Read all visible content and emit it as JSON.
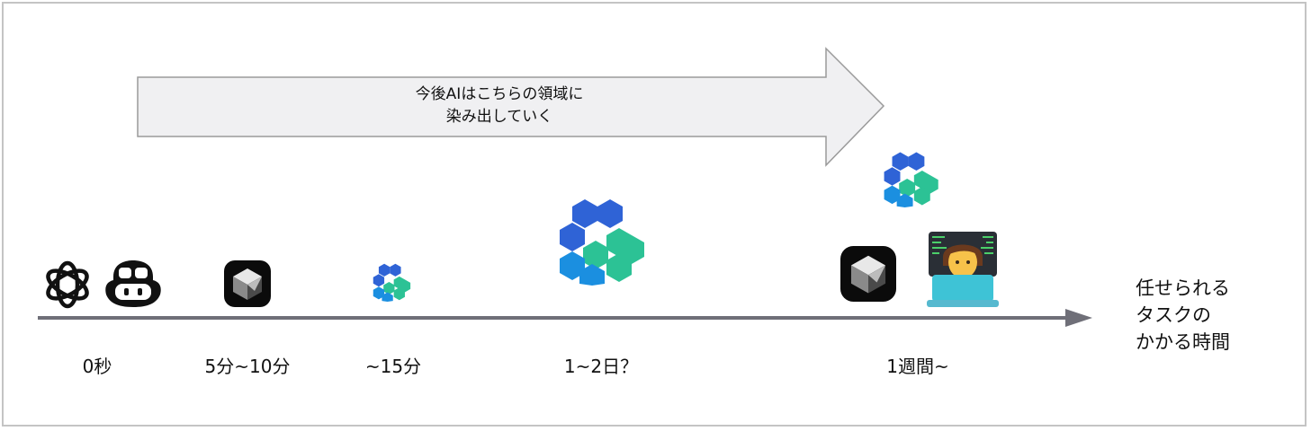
{
  "banner": {
    "line1": "今後AIはこちらの領域に",
    "line2": "染み出していく"
  },
  "timeline": {
    "ticks": [
      "0秒",
      "5分~10分",
      "~15分",
      "1~2日？",
      "1週間~"
    ],
    "result_line1": "任せられる",
    "result_line2": "タスクの",
    "result_line3": "かかる時間"
  },
  "icons": {
    "t0": [
      "openai-logo-icon",
      "copilot-icon"
    ],
    "t1": [
      "cube-app-icon"
    ],
    "t2": [
      "hexagon-cluster-icon"
    ],
    "t3": [
      "hexagon-cluster-icon"
    ],
    "t4": [
      "hexagon-cluster-icon",
      "cube-app-icon",
      "developer-at-laptop-icon"
    ]
  },
  "colors": {
    "hex_blue": "#2f63d6",
    "hex_lightblue": "#1b8fe0",
    "hex_green": "#2cc295",
    "arrow_fill": "#f0f0f2",
    "axis": "#6f6f78"
  }
}
